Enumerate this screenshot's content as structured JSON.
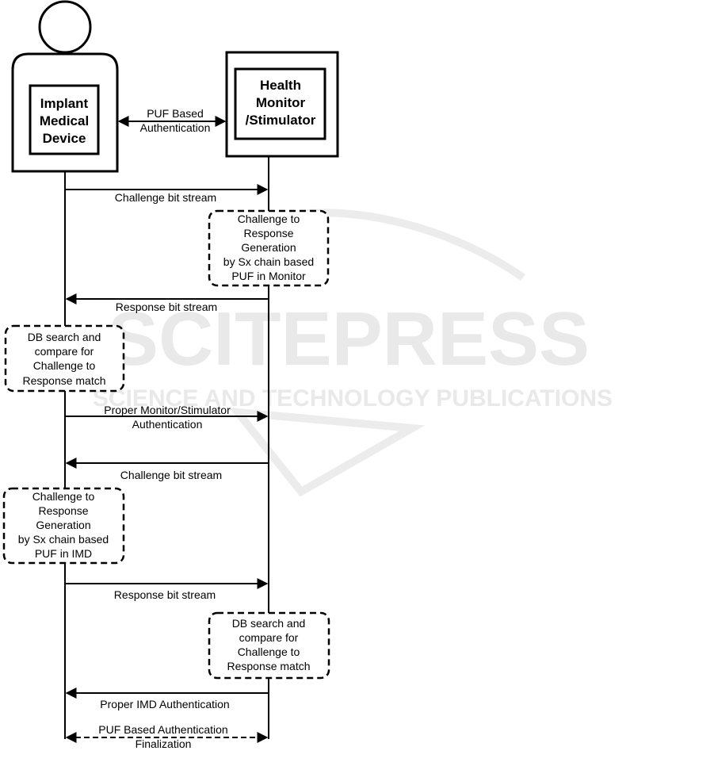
{
  "imd_lines": [
    "Implant",
    "Medical",
    "Device"
  ],
  "monitor_lines": [
    "Health",
    "Monitor",
    "/Stimulator"
  ],
  "puf_link_lines": [
    "PUF Based",
    "Authentication"
  ],
  "messages": {
    "m1": "Challenge bit stream",
    "m2": "Response bit stream",
    "m3_lines": [
      "Proper Monitor/Stimulator",
      "Authentication"
    ],
    "m4": "Challenge bit stream",
    "m5": "Response bit stream",
    "m6": "Proper IMD Authentication",
    "m7_lines": [
      "PUF Based Authentication",
      "Finalization"
    ]
  },
  "process_boxes": {
    "monitor_generation": [
      "Challenge to",
      "Response",
      "Generation",
      "by Sx chain based",
      "PUF in Monitor"
    ],
    "imd_db_search": [
      "DB search and",
      "compare for",
      "Challenge to",
      "Response match"
    ],
    "imd_generation": [
      "Challenge to",
      "Response",
      "Generation",
      "by Sx chain based",
      "PUF in IMD"
    ],
    "monitor_db_search": [
      "DB search and",
      "compare for",
      "Challenge to",
      "Response match"
    ]
  },
  "watermark": {
    "main": "SCITEPRESS",
    "sub": "SCIENCE AND TECHNOLOGY PUBLICATIONS"
  }
}
